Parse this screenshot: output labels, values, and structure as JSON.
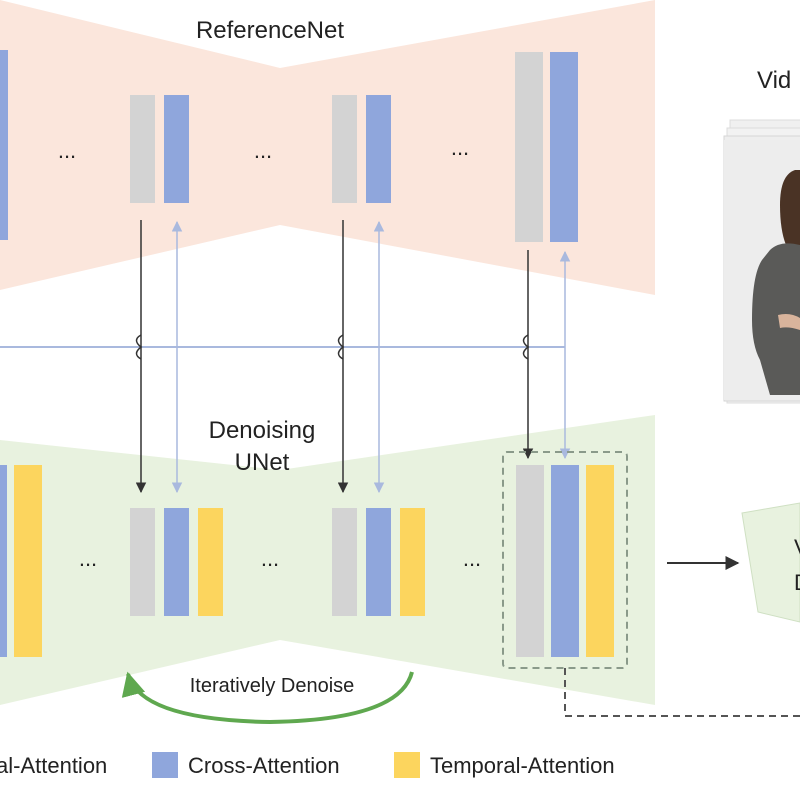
{
  "diagram": {
    "referencenet_label": "ReferenceNet",
    "unet_label_line1": "Denoising",
    "unet_label_line2": "UNet",
    "iterative_label": "Iteratively Denoise",
    "ellipsis": "...",
    "video_label_partial": "Vid",
    "output_box_text_line1": "V",
    "output_box_text_line2": "D"
  },
  "legend": {
    "spatial_attention": "al-Attention",
    "cross_attention": "Cross-Attention",
    "temporal_attention": "Temporal-Attention"
  },
  "colors": {
    "spatial": "#d3d3d3",
    "cross": "#8fa6dc",
    "temporal": "#fcd55e",
    "referencenet_bg": "#fbe6dc",
    "unet_bg": "#e8f2df",
    "iterate_arrow": "#5fa84f",
    "connector_line": "#a9b9de",
    "dark_arrow": "#333333"
  }
}
